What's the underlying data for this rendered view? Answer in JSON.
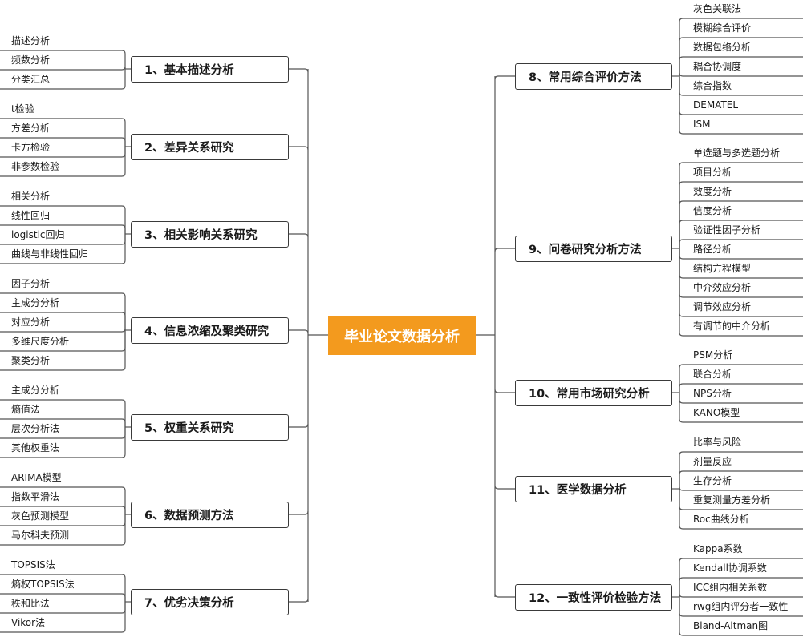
{
  "center": {
    "label": "毕业论文数据分析",
    "color": "#f39a1e"
  },
  "left_branches": [
    {
      "label": "1、基本描述分析",
      "leaves": [
        "描述分析",
        "频数分析",
        "分类汇总"
      ]
    },
    {
      "label": "2、差异关系研究",
      "leaves": [
        "t检验",
        "方差分析",
        "卡方检验",
        "非参数检验"
      ]
    },
    {
      "label": "3、相关影响关系研究",
      "leaves": [
        "相关分析",
        "线性回归",
        "logistic回归",
        "曲线与非线性回归"
      ]
    },
    {
      "label": "4、信息浓缩及聚类研究",
      "leaves": [
        "因子分析",
        "主成分分析",
        "对应分析",
        "多维尺度分析",
        "聚类分析"
      ]
    },
    {
      "label": "5、权重关系研究",
      "leaves": [
        "主成分分析",
        "熵值法",
        "层次分析法",
        "其他权重法"
      ]
    },
    {
      "label": "6、数据预测方法",
      "leaves": [
        "ARIMA模型",
        "指数平滑法",
        "灰色预测模型",
        "马尔科夫预测"
      ]
    },
    {
      "label": "7、优劣决策分析",
      "leaves": [
        "TOPSIS法",
        "熵权TOPSIS法",
        "秩和比法",
        "Vikor法"
      ]
    }
  ],
  "right_branches": [
    {
      "label": "8、常用综合评价方法",
      "leaves": [
        "灰色关联法",
        "模糊综合评价",
        "数据包络分析",
        "耦合协调度",
        "综合指数",
        "DEMATEL",
        "ISM"
      ]
    },
    {
      "label": "9、问卷研究分析方法",
      "leaves": [
        "单选题与多选题分析",
        "项目分析",
        "效度分析",
        "信度分析",
        "验证性因子分析",
        "路径分析",
        "结构方程模型",
        "中介效应分析",
        "调节效应分析",
        "有调节的中介分析"
      ]
    },
    {
      "label": "10、常用市场研究分析",
      "leaves": [
        "PSM分析",
        "联合分析",
        "NPS分析",
        "KANO模型"
      ]
    },
    {
      "label": "11、医学数据分析",
      "leaves": [
        "比率与风险",
        "剂量反应",
        "生存分析",
        "重复测量方差分析",
        "Roc曲线分析"
      ]
    },
    {
      "label": "12、一致性评价检验方法",
      "leaves": [
        "Kappa系数",
        "Kendall协调系数",
        "ICC组内相关系数",
        "rwg组内评分者一致性",
        "Bland-Altman图"
      ]
    }
  ]
}
